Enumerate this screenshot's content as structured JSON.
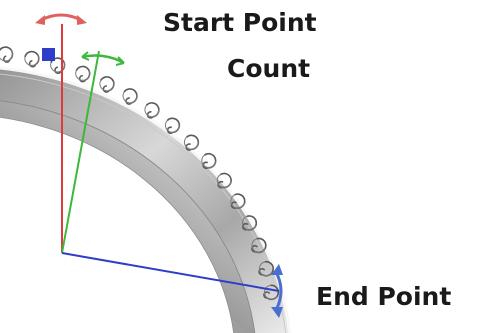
{
  "labels": {
    "start_point": "Start Point",
    "count": "Count",
    "end_point": "End Point"
  },
  "colors": {
    "start_axis": "#e23a3a",
    "count_axis": "#3cb83c",
    "end_axis": "#2f3ec8",
    "rotate_handle_top": "#e06060",
    "rotate_handle_right": "#4a6fd0",
    "ring_metal": "#b8b8b8",
    "ring_highlight": "#f2f2f2",
    "ring_shadow": "#6e6e6e",
    "ornament": "#5a5a5a",
    "gizmo_square": "#2f3ec8"
  },
  "icons": {
    "top_handle": "rotate-arrow-horizontal-icon",
    "right_handle": "rotate-arrow-vertical-icon"
  }
}
